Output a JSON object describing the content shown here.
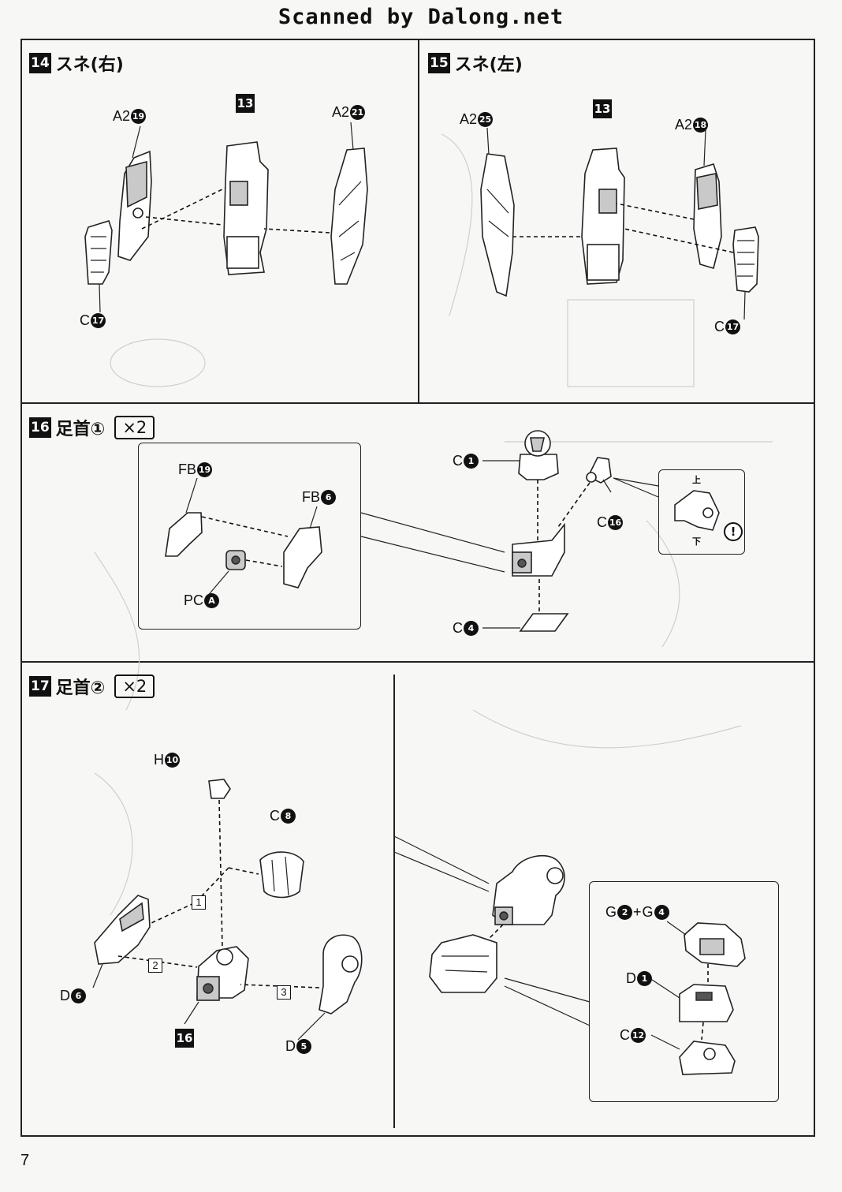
{
  "header": "Scanned by Dalong.net",
  "page_number": "7",
  "steps": {
    "s14": {
      "num": "14",
      "title": "スネ(右)",
      "assembly": "13",
      "parts": {
        "a": {
          "code": "A2",
          "n": "19"
        },
        "b": {
          "code": "A2",
          "n": "21"
        },
        "c": {
          "code": "C",
          "n": "17"
        }
      }
    },
    "s15": {
      "num": "15",
      "title": "スネ(左)",
      "assembly": "13",
      "parts": {
        "a": {
          "code": "A2",
          "n": "25"
        },
        "b": {
          "code": "A2",
          "n": "18"
        },
        "c": {
          "code": "C",
          "n": "17"
        }
      }
    },
    "s16": {
      "num": "16",
      "title": "足首①",
      "qty": "×2",
      "parts": {
        "fb19": {
          "code": "FB",
          "n": "19"
        },
        "fb6": {
          "code": "FB",
          "n": "6"
        },
        "pca": {
          "code": "PC",
          "n": "A"
        },
        "c1": {
          "code": "C",
          "n": "1"
        },
        "c16": {
          "code": "C",
          "n": "16"
        },
        "c4": {
          "code": "C",
          "n": "4"
        }
      },
      "orientation": {
        "up": "上",
        "down": "下",
        "warn": "!"
      }
    },
    "s17": {
      "num": "17",
      "title": "足首②",
      "qty": "×2",
      "assembly": "16",
      "seq": [
        "1",
        "2",
        "3"
      ],
      "parts": {
        "h10": {
          "code": "H",
          "n": "10"
        },
        "c8": {
          "code": "C",
          "n": "8"
        },
        "d6": {
          "code": "D",
          "n": "6"
        },
        "d5": {
          "code": "D",
          "n": "5"
        },
        "g2": {
          "code": "G",
          "n": "2"
        },
        "plus": "+",
        "g4": {
          "code": "G",
          "n": "4"
        },
        "d1": {
          "code": "D",
          "n": "1"
        },
        "c12": {
          "code": "C",
          "n": "12"
        }
      }
    }
  }
}
